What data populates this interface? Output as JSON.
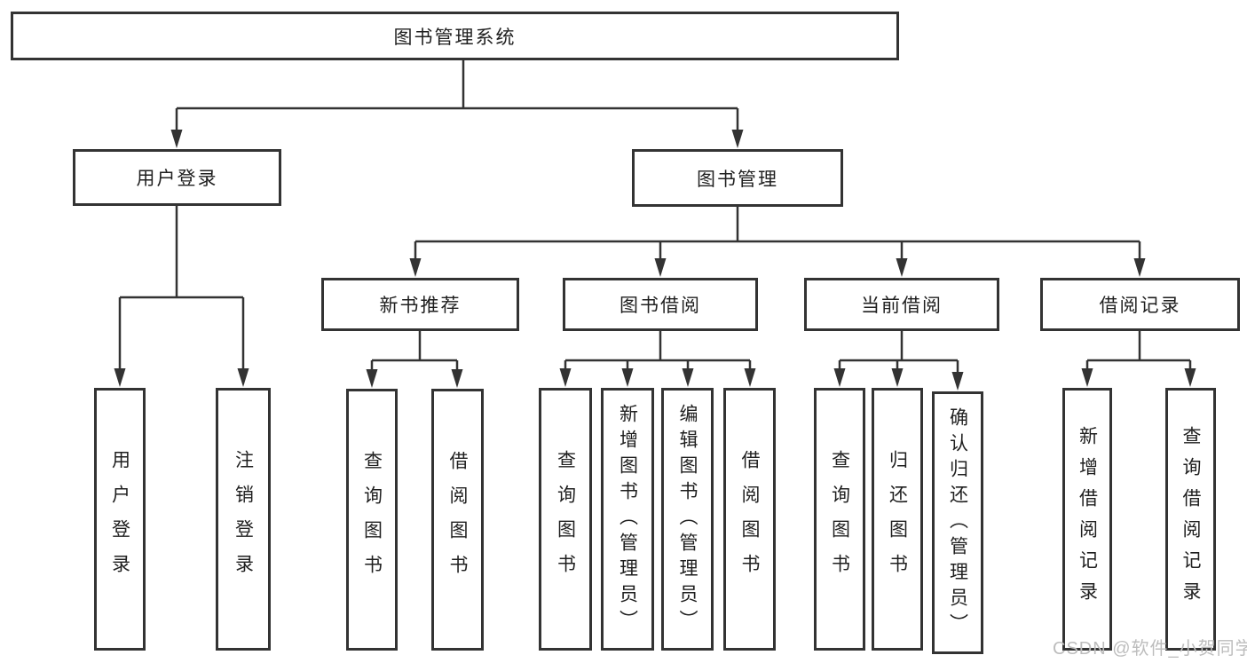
{
  "tree": {
    "root": {
      "label": "图书管理系统"
    },
    "branches": [
      {
        "label": "用户登录",
        "children": [
          {
            "label": "用户登录"
          },
          {
            "label": "注销登录"
          }
        ]
      },
      {
        "label": "图书管理",
        "children": [
          {
            "label": "新书推荐",
            "children": [
              {
                "label": "查询图书"
              },
              {
                "label": "借阅图书"
              }
            ]
          },
          {
            "label": "图书借阅",
            "children": [
              {
                "label": "查询图书"
              },
              {
                "label": "新增图书（管理员）"
              },
              {
                "label": "编辑图书（管理员）"
              },
              {
                "label": "借阅图书"
              }
            ]
          },
          {
            "label": "当前借阅",
            "children": [
              {
                "label": "查询图书"
              },
              {
                "label": "归还图书"
              },
              {
                "label": "确认归还（管理员）"
              }
            ]
          },
          {
            "label": "借阅记录",
            "children": [
              {
                "label": "新增借阅记录"
              },
              {
                "label": "查询借阅记录"
              }
            ]
          }
        ]
      }
    ]
  },
  "watermark": {
    "text": "CSDN @软件_小贺同学"
  },
  "colors": {
    "line": "#333333",
    "box_border": "#333333",
    "box_fill": "#ffffff",
    "text": "#1f1f1f",
    "watermark": "#bdbdbd"
  }
}
